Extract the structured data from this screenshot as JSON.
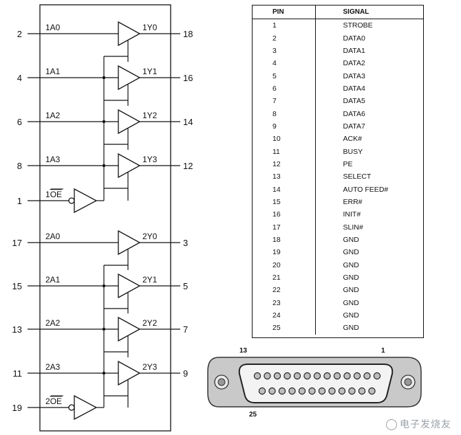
{
  "buffer": {
    "group1": {
      "inputs": [
        {
          "pin": "2",
          "label": "1A0"
        },
        {
          "pin": "4",
          "label": "1A1"
        },
        {
          "pin": "6",
          "label": "1A2"
        },
        {
          "pin": "8",
          "label": "1A3"
        }
      ],
      "outputs": [
        {
          "pin": "18",
          "label": "1Y0"
        },
        {
          "pin": "16",
          "label": "1Y1"
        },
        {
          "pin": "14",
          "label": "1Y2"
        },
        {
          "pin": "12",
          "label": "1Y3"
        }
      ],
      "enable": {
        "pin": "1",
        "prefix": "1",
        "label": "OE"
      }
    },
    "group2": {
      "inputs": [
        {
          "pin": "17",
          "label": "2A0"
        },
        {
          "pin": "15",
          "label": "2A1"
        },
        {
          "pin": "13",
          "label": "2A2"
        },
        {
          "pin": "11",
          "label": "2A3"
        }
      ],
      "outputs": [
        {
          "pin": "3",
          "label": "2Y0"
        },
        {
          "pin": "5",
          "label": "2Y1"
        },
        {
          "pin": "7",
          "label": "2Y2"
        },
        {
          "pin": "9",
          "label": "2Y3"
        }
      ],
      "enable": {
        "pin": "19",
        "prefix": "2",
        "label": "OE"
      }
    }
  },
  "pin_table": {
    "headers": [
      "PIN",
      "SIGNAL"
    ],
    "rows": [
      [
        "1",
        "STROBE"
      ],
      [
        "2",
        "DATA0"
      ],
      [
        "3",
        "DATA1"
      ],
      [
        "4",
        "DATA2"
      ],
      [
        "5",
        "DATA3"
      ],
      [
        "6",
        "DATA4"
      ],
      [
        "7",
        "DATA5"
      ],
      [
        "8",
        "DATA6"
      ],
      [
        "9",
        "DATA7"
      ],
      [
        "10",
        "ACK#"
      ],
      [
        "11",
        "BUSY"
      ],
      [
        "12",
        "PE"
      ],
      [
        "13",
        "SELECT"
      ],
      [
        "14",
        "AUTO FEED#"
      ],
      [
        "15",
        "ERR#"
      ],
      [
        "16",
        "INIT#"
      ],
      [
        "17",
        "SLIN#"
      ],
      [
        "18",
        "GND"
      ],
      [
        "19",
        "GND"
      ],
      [
        "20",
        "GND"
      ],
      [
        "21",
        "GND"
      ],
      [
        "22",
        "GND"
      ],
      [
        "23",
        "GND"
      ],
      [
        "24",
        "GND"
      ],
      [
        "25",
        "GND"
      ]
    ]
  },
  "connector": {
    "label_top_left": "13",
    "label_top_right": "1",
    "label_bottom_left": "25"
  },
  "watermark": {
    "text": "电子发烧友"
  }
}
